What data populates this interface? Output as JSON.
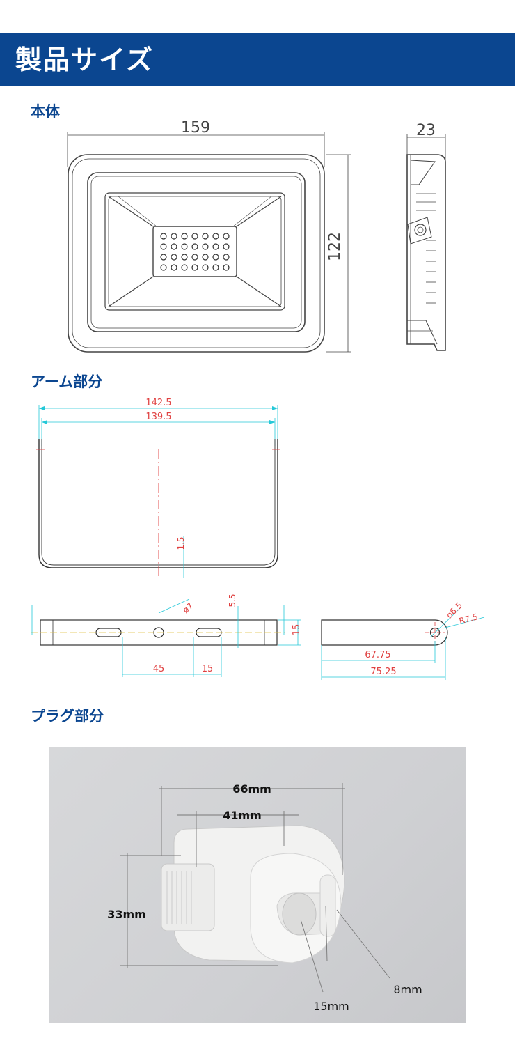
{
  "header": {
    "title": "製品サイズ",
    "bg_color": "#0b4690"
  },
  "sections": {
    "body": {
      "title": "本体",
      "dims": {
        "width": "159",
        "height": "122",
        "depth": "23"
      }
    },
    "arm": {
      "title": "アーム部分",
      "dims": {
        "outer_width": "142.5",
        "inner_width": "139.5",
        "thickness": "1.5",
        "hole_dia": "ø7",
        "slot_offset": "5.5",
        "height": "15",
        "pitch_45": "45",
        "pitch_15": "15",
        "side_hole_dia": "ø6.5",
        "radius": "R7.5",
        "len_1": "67.75",
        "len_2": "75.25"
      }
    },
    "plug": {
      "title": "プラグ部分",
      "dims": {
        "length": "66mm",
        "inner_length": "41mm",
        "height": "33mm",
        "tube": "15mm",
        "pin": "8mm"
      }
    }
  },
  "colors": {
    "accent": "#0b4690",
    "dimension_red": "#e04040",
    "dimension_cyan": "#24c8d8"
  }
}
